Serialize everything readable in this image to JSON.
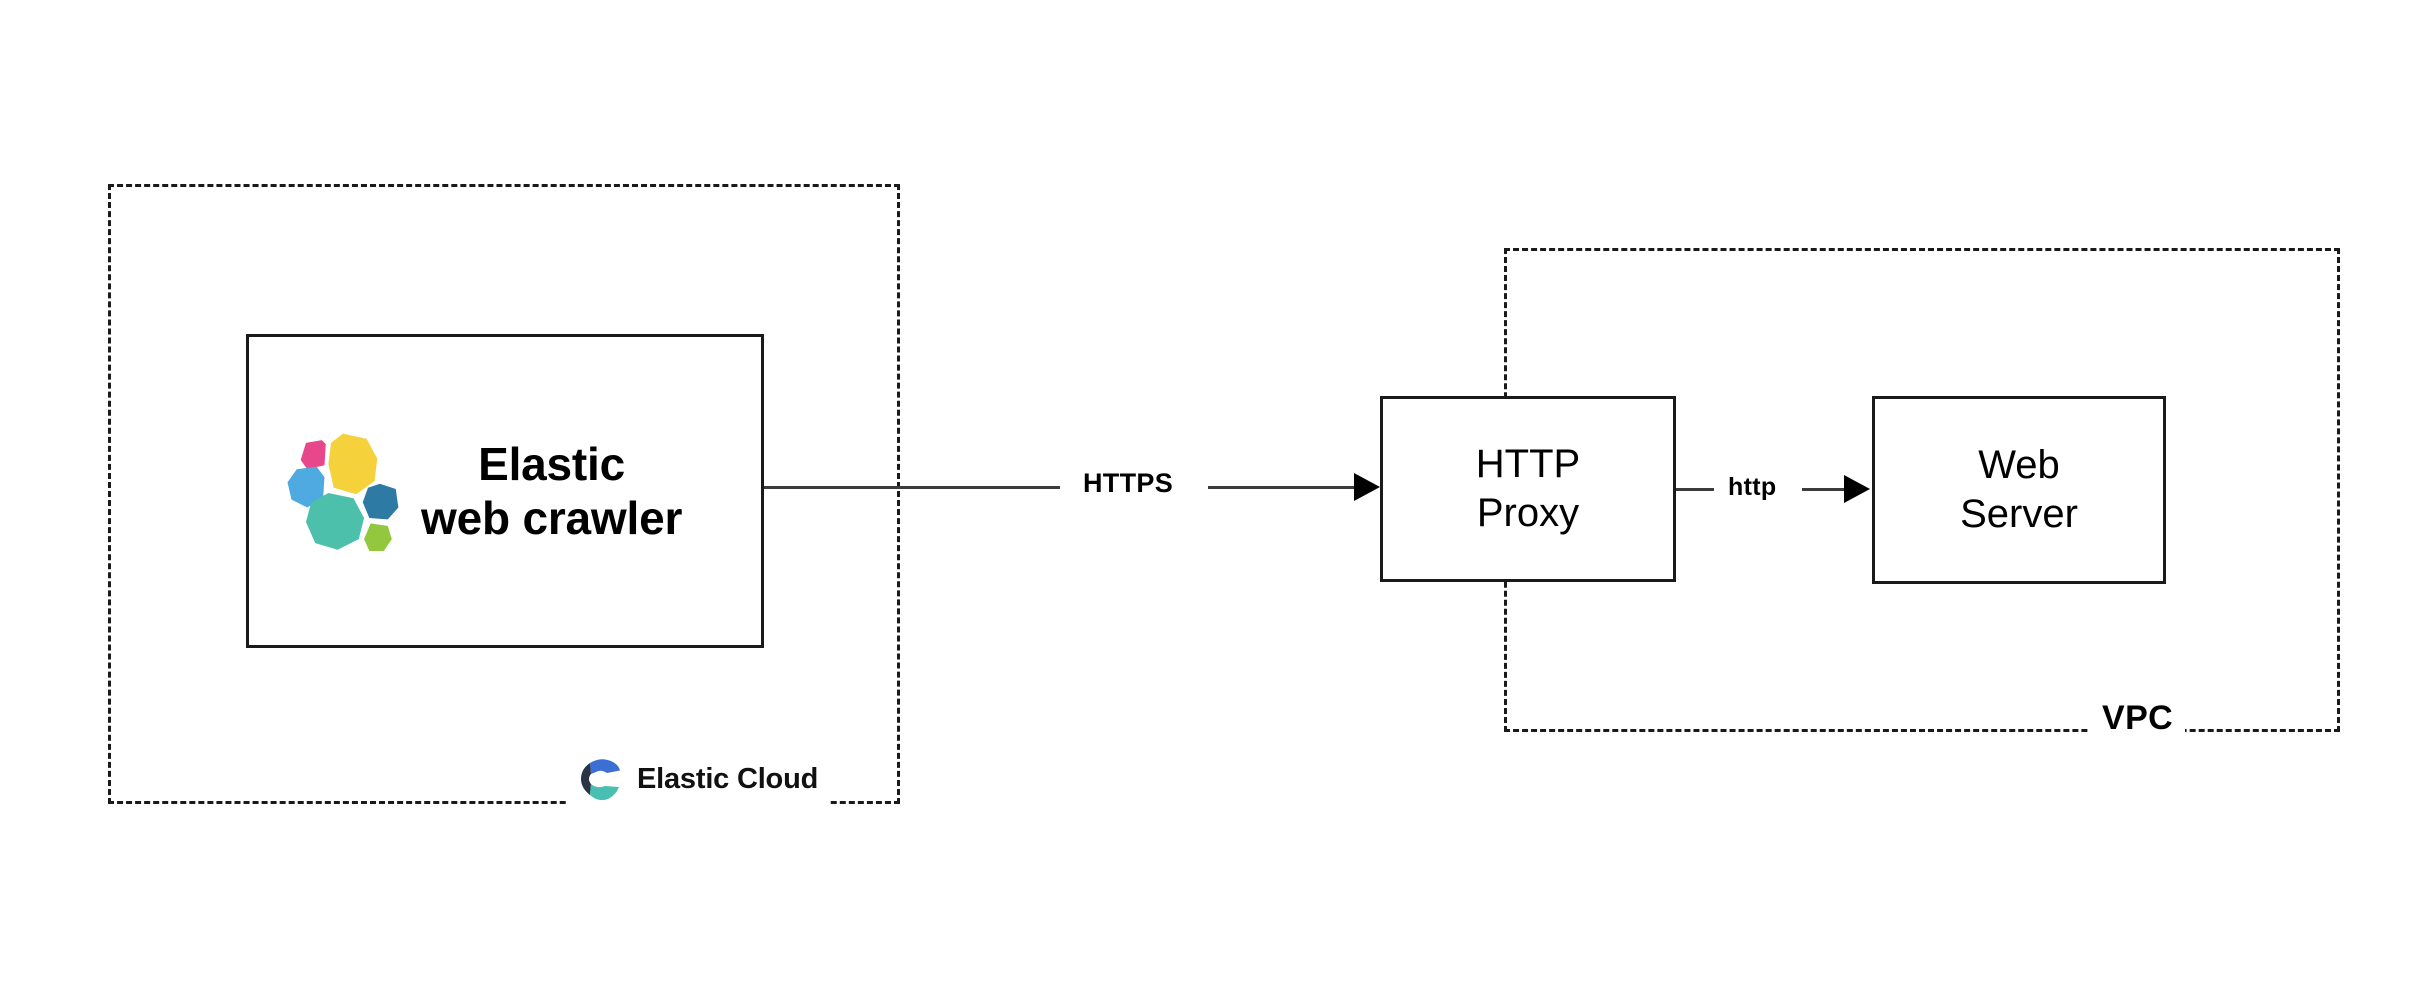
{
  "diagram": {
    "title": "Elastic web crawler via HTTP proxy to web server in a VPC",
    "type": "network-architecture-diagram",
    "background_color": "#ffffff"
  },
  "zones": [
    {
      "id": "elastic-cloud",
      "label": "Elastic Cloud",
      "border_style": "dashed",
      "border_color": "#1a1a1a",
      "label_position": "bottom-right",
      "icon": "elastic-cloud-logo"
    },
    {
      "id": "vpc",
      "label": "VPC",
      "border_style": "dashed",
      "border_color": "#1a1a1a",
      "label_position": "bottom-right"
    }
  ],
  "nodes": [
    {
      "id": "web-crawler",
      "label_line1": "Elastic",
      "label_line2": "web crawler",
      "icon": "elastic-bloom-logo",
      "border_color": "#1a1a1a",
      "zone": "elastic-cloud"
    },
    {
      "id": "http-proxy",
      "label_line1": "HTTP",
      "label_line2": "Proxy",
      "border_color": "#1a1a1a",
      "zone": "vpc"
    },
    {
      "id": "web-server",
      "label_line1": "Web",
      "label_line2": "Server",
      "border_color": "#1a1a1a",
      "zone": "vpc"
    }
  ],
  "edges": [
    {
      "id": "crawler-to-proxy",
      "from": "web-crawler",
      "to": "http-proxy",
      "label": "HTTPS",
      "arrow": "to-target",
      "line_color": "#3c3c3c"
    },
    {
      "id": "proxy-to-server",
      "from": "http-proxy",
      "to": "web-server",
      "label": "http",
      "arrow": "to-target",
      "line_color": "#3c3c3c"
    }
  ],
  "palette": {
    "elastic_pink": "#e9478b",
    "elastic_yellow": "#f5d13c",
    "elastic_light_blue": "#4eaae0",
    "elastic_teal": "#4dc0ab",
    "elastic_dark_blue": "#2d7aa5",
    "elastic_green": "#93c83e",
    "cloud_blue": "#3c6fd4",
    "cloud_navy": "#2b3445",
    "cloud_teal": "#48bfb0",
    "line": "#3c3c3c",
    "stroke": "#1a1a1a"
  }
}
